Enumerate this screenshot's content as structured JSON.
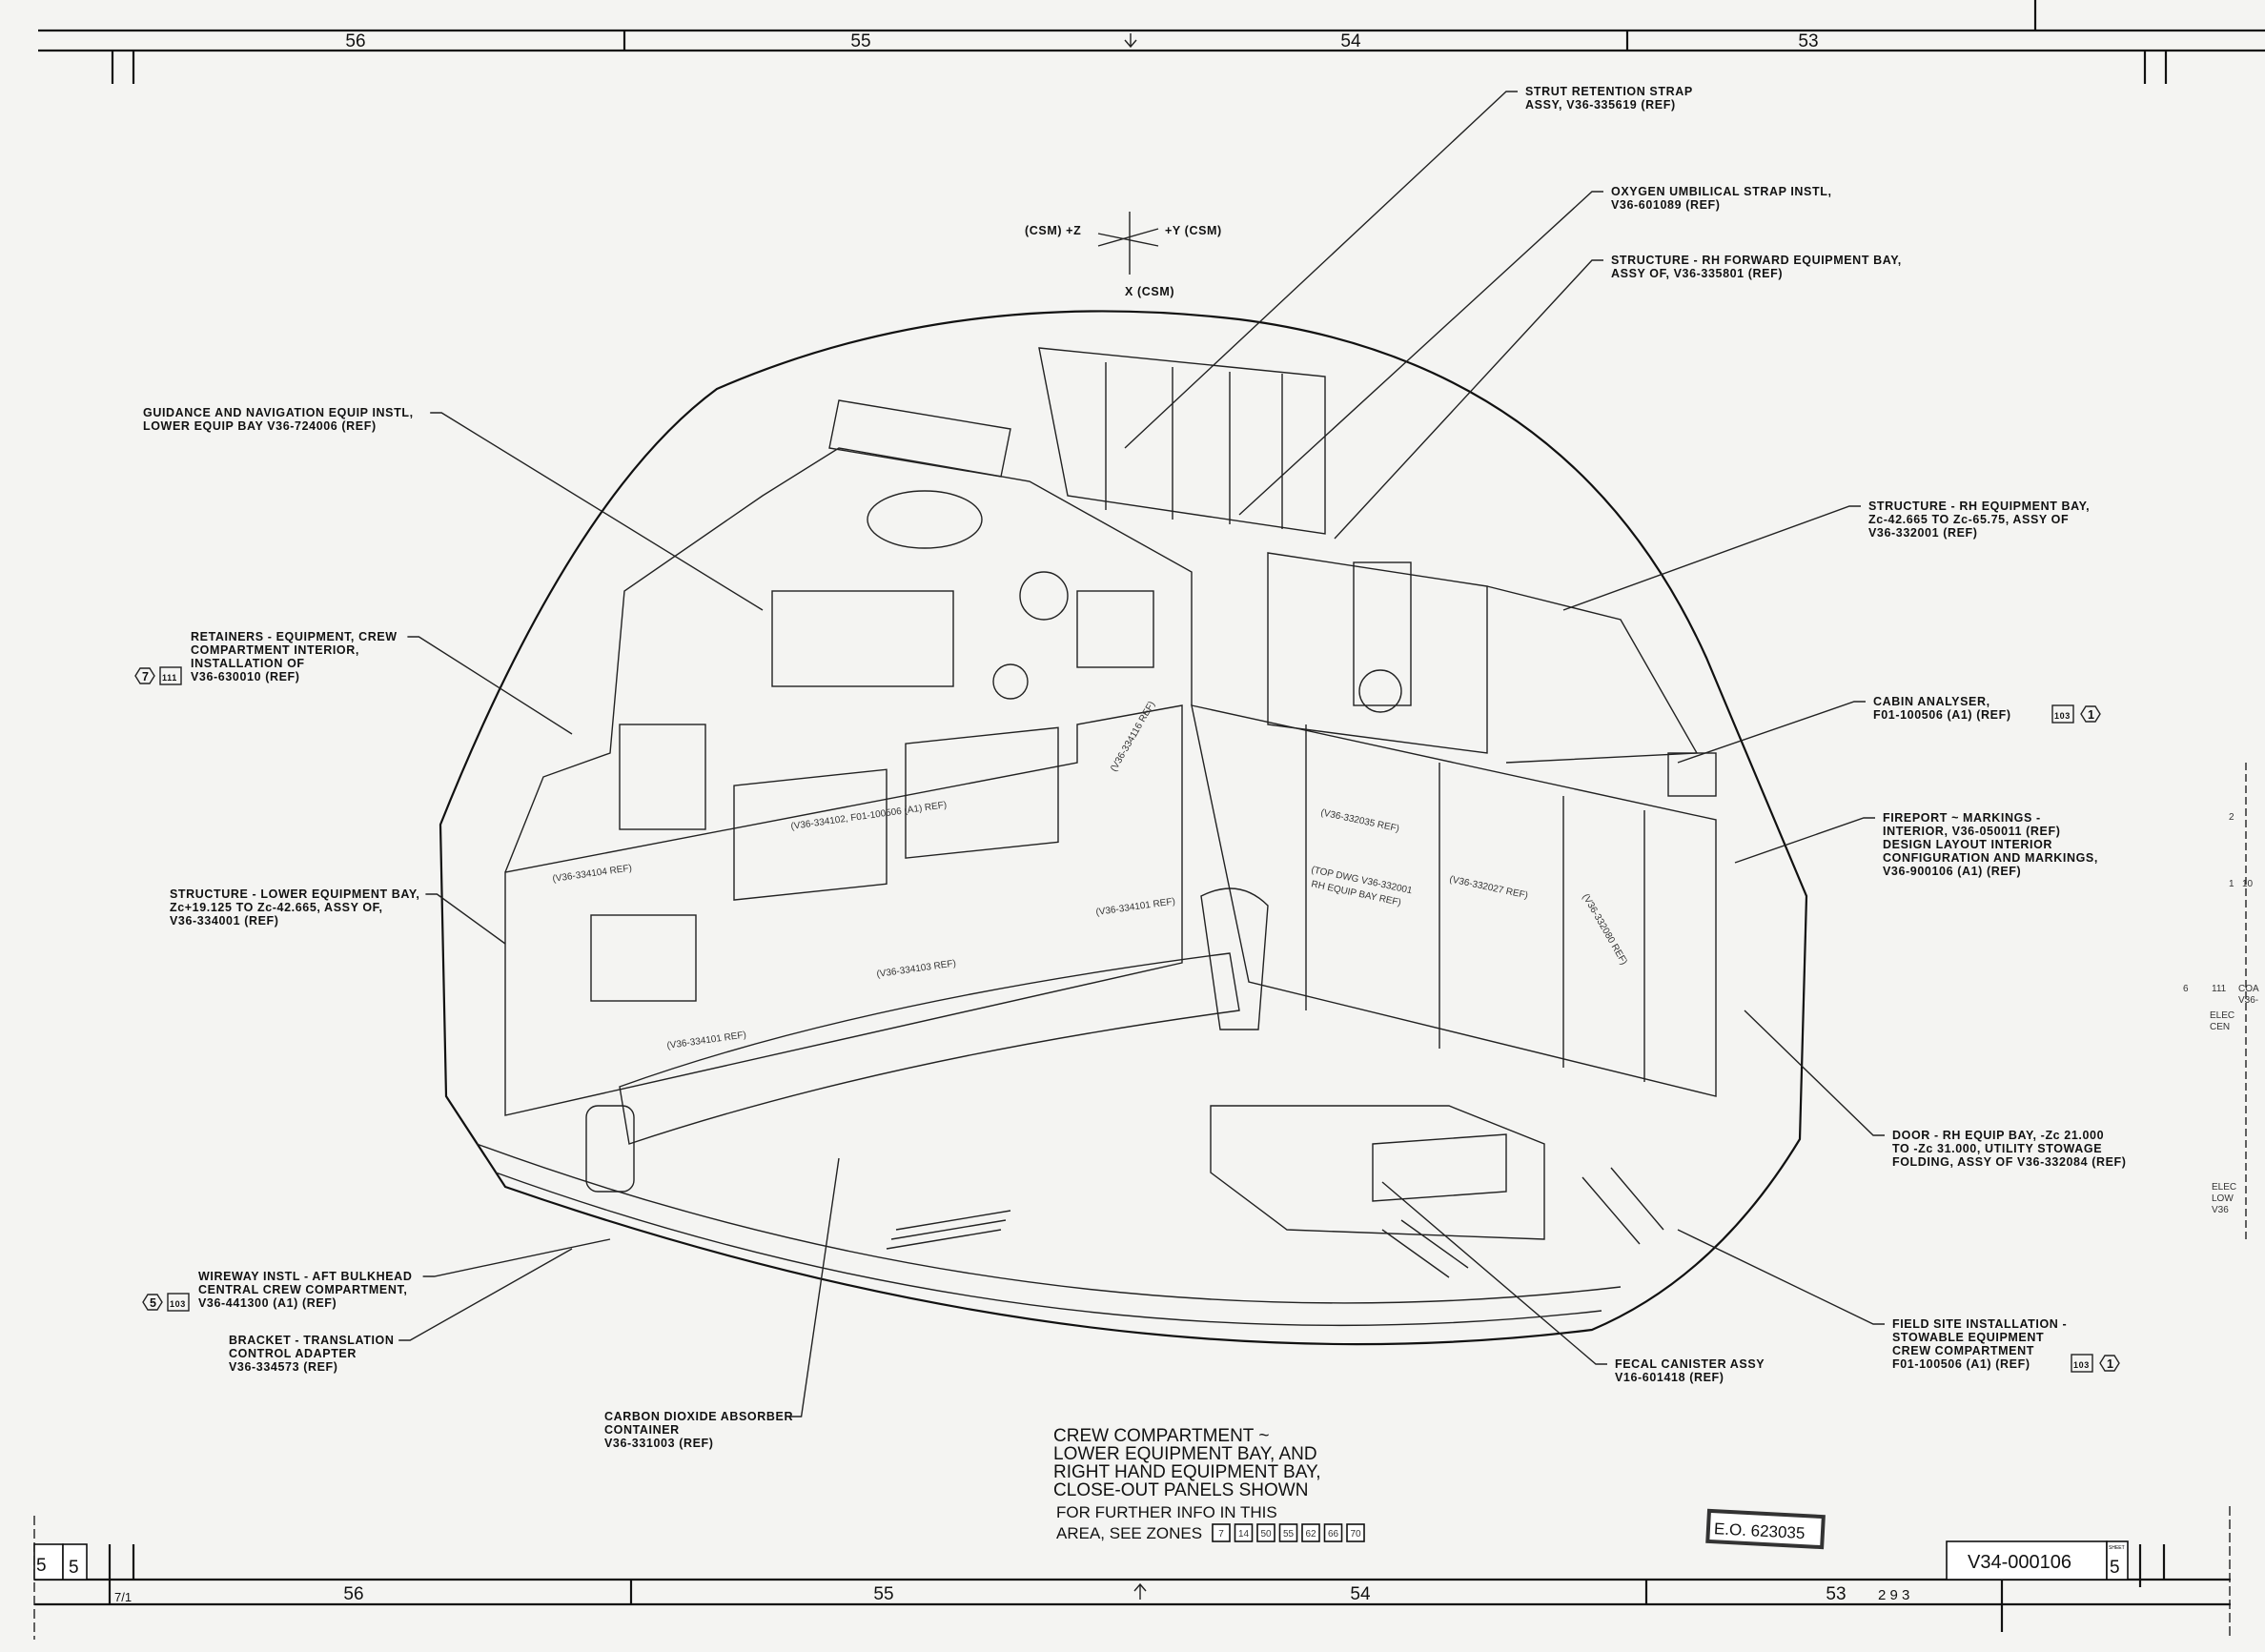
{
  "frame": {
    "top_zones": [
      "56",
      "55",
      "54",
      "53"
    ],
    "bottom_zones": [
      "56",
      "55",
      "54",
      "53"
    ],
    "drawing_number": "V34-000106",
    "sheet_label": "SHEET",
    "sheet_number": "5",
    "left_sheet_number": "5",
    "left_zone_fragment": "5",
    "eo_stamp": "E.O. 623035",
    "revision_mark": "2 9 3",
    "margin_mark": "7/1"
  },
  "axes": {
    "z": "(CSM) +Z",
    "y": "+Y (CSM)",
    "x": "X (CSM)"
  },
  "callouts": [
    {
      "id": "strut-retention-strap",
      "lines": [
        "STRUT RETENTION STRAP",
        "ASSY, V36-335619 (REF)"
      ]
    },
    {
      "id": "oxygen-umbilical-strap",
      "lines": [
        "OXYGEN UMBILICAL STRAP INSTL,",
        "V36-601089 (REF)"
      ]
    },
    {
      "id": "structure-rh-forward-bay",
      "lines": [
        "STRUCTURE - RH FORWARD EQUIPMENT BAY,",
        "ASSY OF, V36-335801 (REF)"
      ]
    },
    {
      "id": "guidance-navigation",
      "lines": [
        "GUIDANCE AND NAVIGATION EQUIP INSTL,",
        "LOWER EQUIP BAY V36-724006 (REF)"
      ]
    },
    {
      "id": "retainers-equipment",
      "lines": [
        "RETAINERS - EQUIPMENT, CREW",
        "COMPARTMENT INTERIOR,",
        "INSTALLATION OF",
        "V36-630010 (REF)"
      ],
      "zone_tag": "7",
      "sheet_tag": "111"
    },
    {
      "id": "structure-lower-bay",
      "lines": [
        "STRUCTURE - LOWER EQUIPMENT BAY,",
        "Zc+19.125 TO Zc-42.665, ASSY OF,",
        "V36-334001 (REF)"
      ]
    },
    {
      "id": "structure-rh-bay",
      "lines": [
        "STRUCTURE - RH EQUIPMENT BAY,",
        "Zc-42.665 TO Zc-65.75, ASSY OF",
        "V36-332001 (REF)"
      ]
    },
    {
      "id": "cabin-analyser",
      "lines": [
        "CABIN ANALYSER,",
        "F01-100506 (A1) (REF)"
      ],
      "zone_tag": "1",
      "sheet_tag": "103"
    },
    {
      "id": "fireport-markings",
      "lines": [
        "FIREPORT ~ MARKINGS -",
        "INTERIOR, V36-050011 (REF)",
        "DESIGN LAYOUT INTERIOR",
        "CONFIGURATION AND MARKINGS,",
        "V36-900106 (A1) (REF)"
      ]
    },
    {
      "id": "door-rh-bay",
      "lines": [
        "DOOR - RH EQUIP BAY, -Zc 21.000",
        "TO -Zc 31.000, UTILITY STOWAGE",
        "FOLDING, ASSY OF V36-332084 (REF)"
      ]
    },
    {
      "id": "field-site-installation",
      "lines": [
        "FIELD SITE INSTALLATION -",
        "STOWABLE EQUIPMENT",
        "CREW COMPARTMENT",
        "F01-100506 (A1) (REF)"
      ],
      "zone_tag": "1",
      "sheet_tag": "103"
    },
    {
      "id": "fecal-canister",
      "lines": [
        "FECAL CANISTER ASSY",
        "V16-601418 (REF)"
      ]
    },
    {
      "id": "co2-absorber",
      "lines": [
        "CARBON DIOXIDE ABSORBER",
        "CONTAINER",
        "V36-331003 (REF)"
      ]
    },
    {
      "id": "wireway",
      "lines": [
        "WIREWAY INSTL - AFT BULKHEAD",
        "CENTRAL CREW COMPARTMENT,",
        "V36-441300 (A1) (REF)"
      ],
      "zone_tag": "5",
      "sheet_tag": "103"
    },
    {
      "id": "bracket-translation",
      "lines": [
        "BRACKET - TRANSLATION",
        "CONTROL ADAPTER",
        "V36-334573 (REF)"
      ]
    }
  ],
  "panel_labels": [
    "(V36-334104 REF)",
    "(V36-334102, F01-100506 (A1) REF)",
    "(V36-334103 REF)",
    "(V36-334101 REF)",
    "(V36-334116 REF)",
    "(V36-332035 REF)",
    "(TOP DWG V36-332001",
    "RH EQUIP BAY REF)",
    "(V36-332027 REF)",
    "(V36-332080 REF)",
    "(V36-334101 REF)"
  ],
  "note": {
    "lines": [
      "CREW COMPARTMENT ~",
      "LOWER EQUIPMENT BAY, AND",
      "RIGHT HAND EQUIPMENT BAY,",
      "CLOSE-OUT PANELS SHOWN"
    ],
    "zones_intro": [
      "FOR FURTHER INFO IN THIS",
      "AREA, SEE ZONES"
    ],
    "zones": [
      "7",
      "14",
      "50",
      "55",
      "62",
      "66",
      "70"
    ]
  },
  "edge_fragments": [
    "2",
    "1",
    "10",
    "6",
    "111",
    "COA",
    "V36-",
    "ELEC",
    "CEN",
    "ELEC",
    "LOW",
    "V36"
  ]
}
